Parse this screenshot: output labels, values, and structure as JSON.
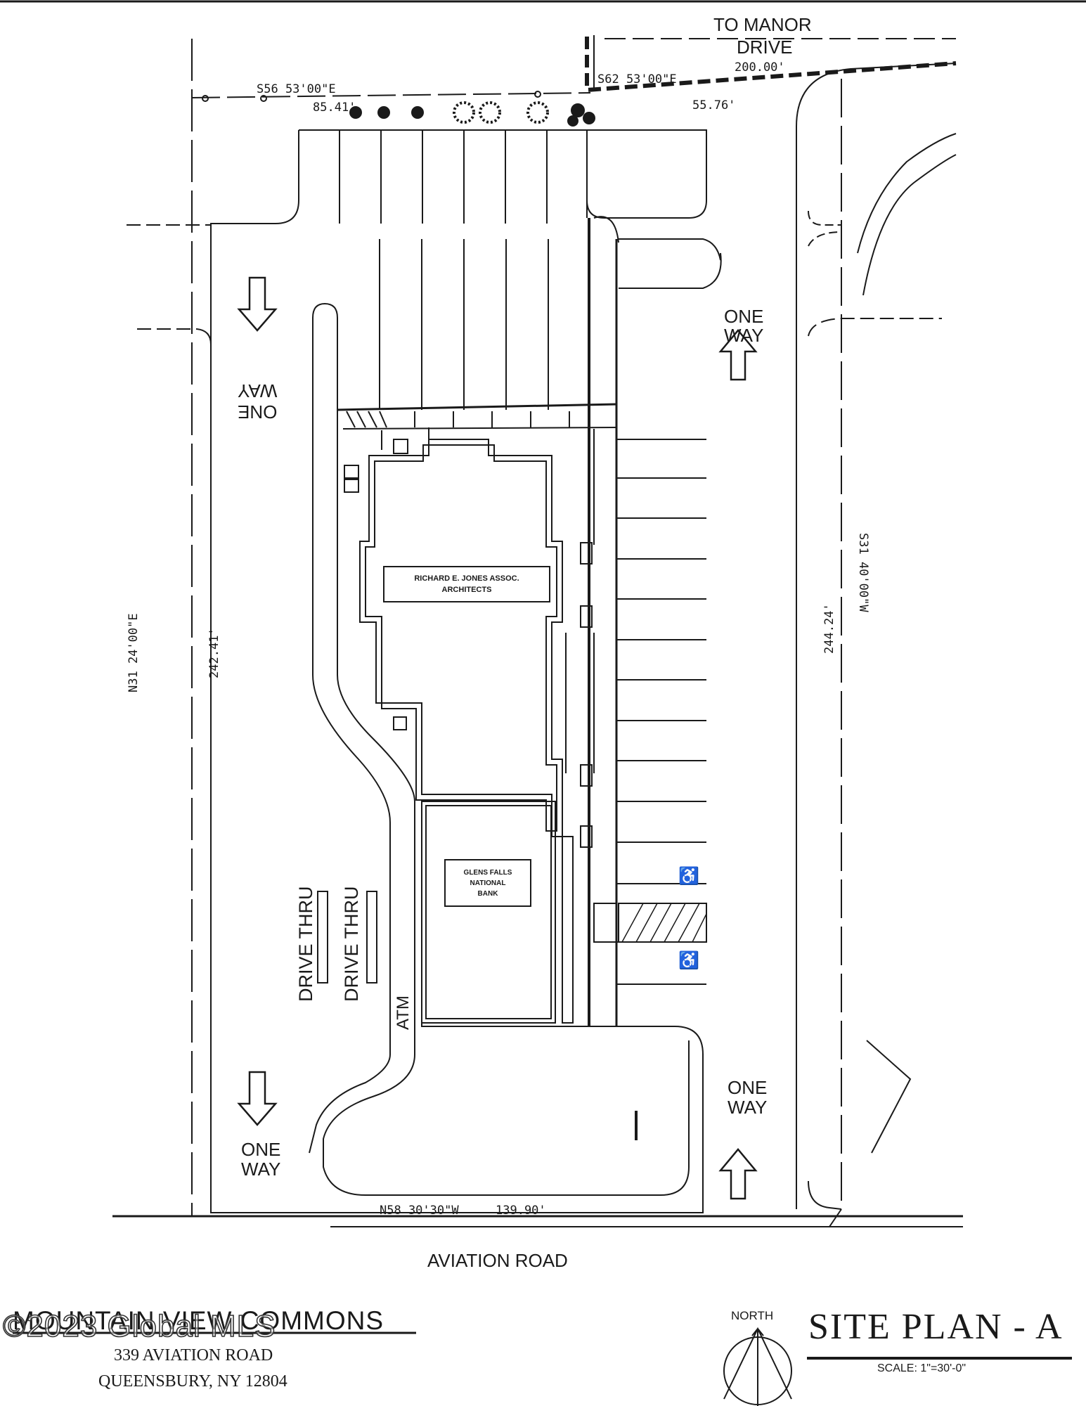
{
  "labels": {
    "to_manor_line1": "TO MANOR",
    "to_manor_line2": "DRIVE",
    "aviation_road": "AVIATION ROAD",
    "one": "ONE",
    "way": "WAY",
    "drive_thru": "DRIVE THRU",
    "atm": "ATM",
    "architects_line1": "RICHARD E. JONES ASSOC.",
    "architects_line2": "ARCHITECTS",
    "bank_line1": "GLENS FALLS",
    "bank_line2": "NATIONAL",
    "bank_line3": "BANK"
  },
  "survey": {
    "north_bearing": "S56 53'00\"E",
    "north_dist_left": "85.41'",
    "north_dist_right": "55.76'",
    "manor_bearing": "S62 53'00\"E",
    "manor_dist": "200.00'",
    "west_bearing": "N31 24'00\"E",
    "west_dist": "242.41'",
    "east_bearing": "S31 40'00\"W",
    "east_dist": "244.24'",
    "south_bearing": "N58 30'30\"W",
    "south_dist": "139.90'"
  },
  "title_block": {
    "project": "MOUNTAIN VIEW COMMONS",
    "address_line1": "339 AVIATION ROAD",
    "address_line2": "QUEENSBURY, NY 12804",
    "watermark": "©2023 Global MLS",
    "sheet_title": "SITE PLAN - A",
    "scale": "SCALE: 1\"=30'-0\"",
    "north": "NORTH"
  }
}
